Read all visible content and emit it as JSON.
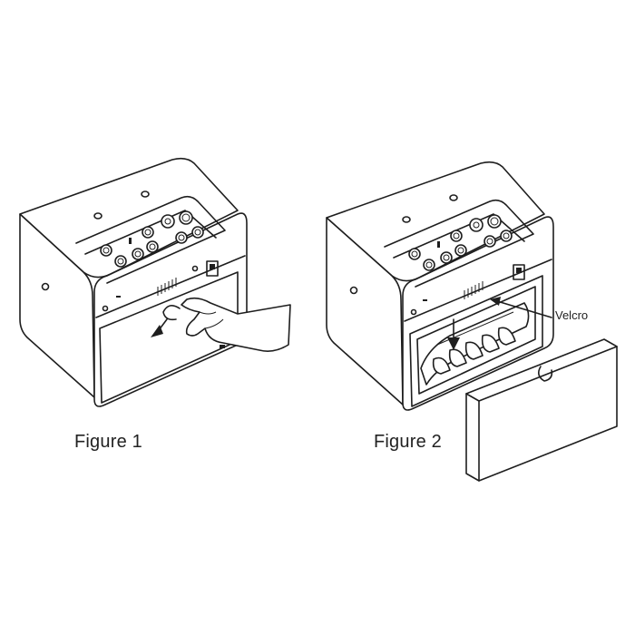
{
  "figure1": {
    "caption": "Figure 1"
  },
  "figure2": {
    "caption": "Figure 2",
    "callout": "Velcro"
  }
}
